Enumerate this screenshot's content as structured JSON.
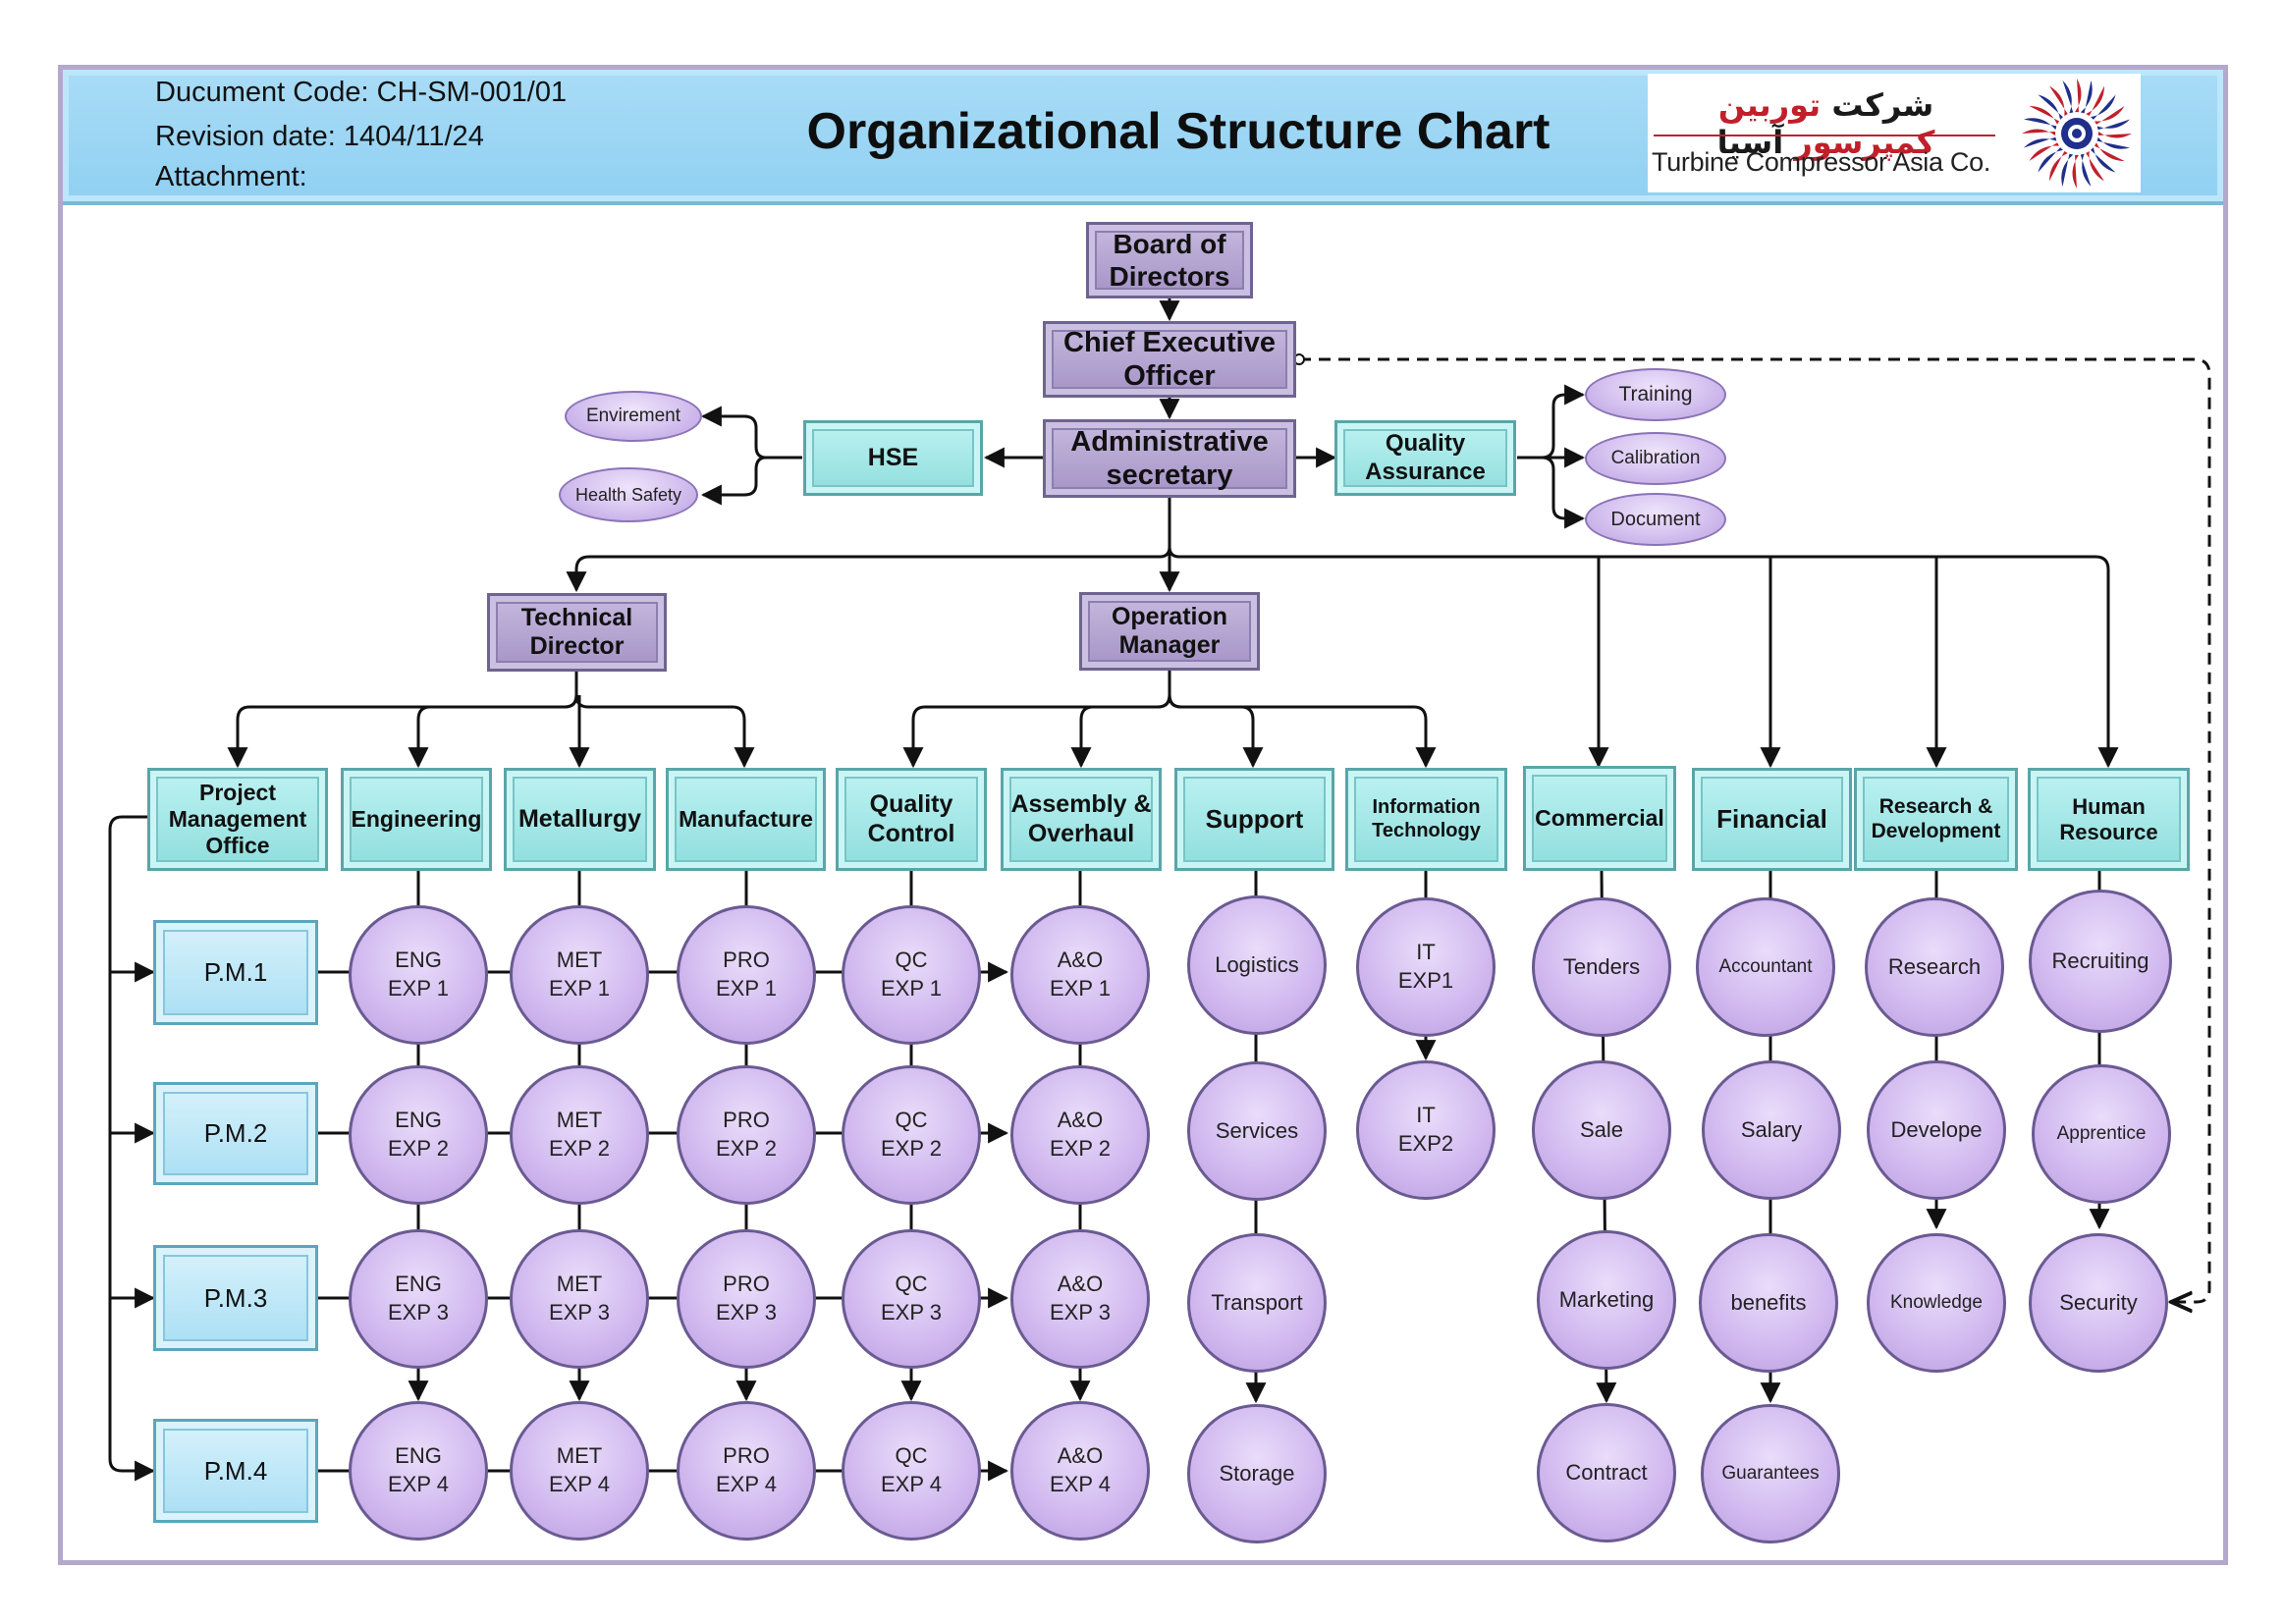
{
  "header": {
    "document_code": "Ducument Code: CH-SM-001/01",
    "revision_date": "Revision date:  1404/11/24",
    "attachment": "Attachment:",
    "title": "Organizational Structure Chart",
    "logo_fa_black": "شرکت",
    "logo_fa_red": "توربین کمپرسور",
    "logo_fa_tail": "آسیا",
    "logo_en": "Turbine Compressor Asia Co."
  },
  "top": {
    "board": "Board of Directors",
    "ceo": "Chief Executive Officer",
    "admin": "Administrative secretary",
    "hse": "HSE",
    "qa": "Quality Assurance"
  },
  "hse_items": [
    "Envirement",
    "Health Safety"
  ],
  "qa_items": [
    "Training",
    "Calibration",
    "Document"
  ],
  "directors": {
    "technical": "Technical Director",
    "operation": "Operation Manager"
  },
  "departments": {
    "pmo": "Project Management Office",
    "engineering": "Engineering",
    "metallurgy": "Metallurgy",
    "manufacture": "Manufacture",
    "quality_control": "Quality Control",
    "assembly": "Assembly & Overhaul",
    "support": "Support",
    "it": "Information Technology",
    "commercial": "Commercial",
    "financial": "Financial",
    "research": "Research & Development",
    "hr": "Human Resource"
  },
  "pm": [
    "P.M.1",
    "P.M.2",
    "P.M.3",
    "P.M.4"
  ],
  "eng": [
    "ENG\nEXP 1",
    "ENG\nEXP 2",
    "ENG\nEXP 3",
    "ENG\nEXP 4"
  ],
  "met": [
    "MET\nEXP 1",
    "MET\nEXP 2",
    "MET\nEXP 3",
    "MET\nEXP 4"
  ],
  "pro": [
    "PRO\nEXP 1",
    "PRO\nEXP 2",
    "PRO\nEXP 3",
    "PRO\nEXP 4"
  ],
  "qc": [
    "QC\nEXP 1",
    "QC\nEXP 2",
    "QC\nEXP 3",
    "QC\nEXP 4"
  ],
  "ao": [
    "A&O\nEXP 1",
    "A&O\nEXP 2",
    "A&O\nEXP 3",
    "A&O\nEXP 4"
  ],
  "support_items": [
    "Logistics",
    "Services",
    "Transport",
    "Storage"
  ],
  "it_items": [
    "IT\nEXP1",
    "IT\nEXP2"
  ],
  "commercial_items": [
    "Tenders",
    "Sale",
    "Marketing",
    "Contract"
  ],
  "financial_items": [
    "Accountant",
    "Salary",
    "benefits",
    "Guarantees"
  ],
  "research_items": [
    "Research",
    "Develope",
    "Knowledge"
  ],
  "hr_items": [
    "Recruiting",
    "Apprentice",
    "Security"
  ],
  "colors": {
    "box_purple": "#b4a5d3",
    "box_cyan": "#a5e6e6",
    "circle": "#d4c0ef",
    "frame": "#b4a8cd",
    "header": "#a0d8f4"
  }
}
